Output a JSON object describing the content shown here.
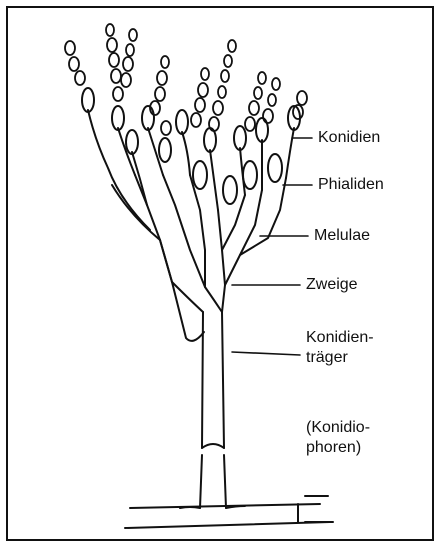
{
  "diagram": {
    "labels": {
      "konidien": "Konidien",
      "phialiden": "Phialiden",
      "metulae": "Melulae",
      "zweige": "Zweige",
      "konidientraeger_line1": "Konidien-",
      "konidientraeger_line2": "träger",
      "konidiophoren_line1": "(Konidio-",
      "konidiophoren_line2": "phoren)"
    },
    "colors": {
      "ink": "#111111",
      "background": "#ffffff"
    }
  }
}
